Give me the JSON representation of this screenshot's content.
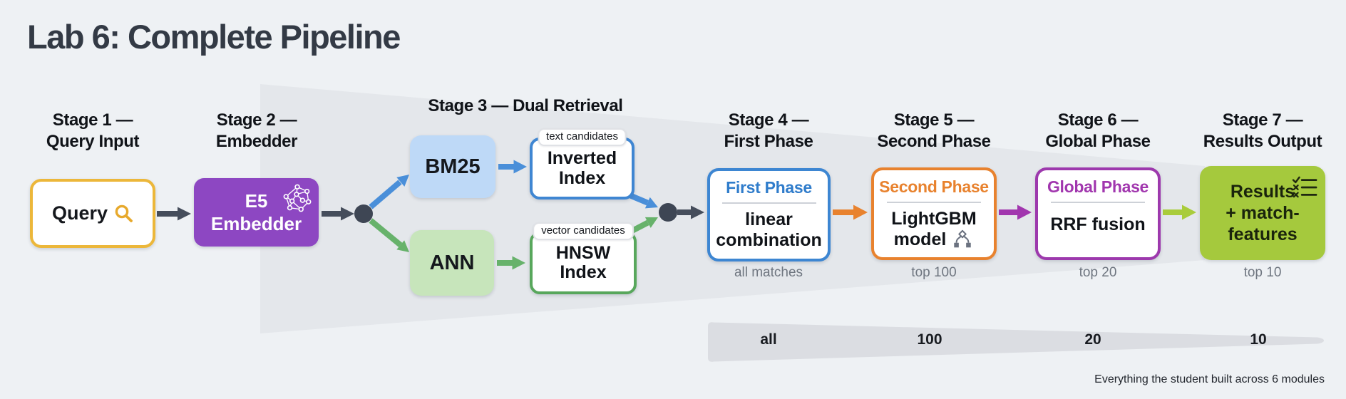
{
  "title": "Lab 6: Complete Pipeline",
  "caption": "Everything the student built across 6 modules",
  "stage_headers": [
    {
      "line1": "Stage 1 —",
      "line2": "Query Input"
    },
    {
      "line1": "Stage 2 —",
      "line2": "Embedder"
    },
    {
      "line1": "Stage 3 — Dual Retrieval"
    },
    {
      "line1": "Stage 4 —",
      "line2": "First Phase"
    },
    {
      "line1": "Stage 5 —",
      "line2": "Second Phase"
    },
    {
      "line1": "Stage 6 —",
      "line2": "Global Phase"
    },
    {
      "line1": "Stage 7 —",
      "line2": "Results Output"
    }
  ],
  "nodes": {
    "query": {
      "label": "Query",
      "icon": "magnifier-icon"
    },
    "embedder": {
      "line1": "E5",
      "line2": "Embedder",
      "icon": "network-graph-icon"
    },
    "bm25": {
      "label": "BM25"
    },
    "ann": {
      "label": "ANN"
    },
    "inverted_index": {
      "badge": "text candidates",
      "line1": "Inverted",
      "line2": "Index"
    },
    "hnsw_index": {
      "badge": "vector candidates",
      "line1": "HNSW",
      "line2": "Index"
    },
    "first_phase": {
      "header": "First Phase",
      "line1": "linear",
      "line2": "combination",
      "sub": "all matches"
    },
    "second_phase": {
      "header": "Second Phase",
      "line1": "LightGBM",
      "line2": "model",
      "icon": "tree-model-icon",
      "sub": "top 100"
    },
    "global_phase": {
      "header": "Global Phase",
      "body": "RRF fusion",
      "sub": "top 20"
    },
    "results": {
      "line1": "Results",
      "line2": "+ match-",
      "line3": "features",
      "icon": "checklist-icon",
      "sub": "top 10"
    }
  },
  "funnel": {
    "labels": [
      "all",
      "100",
      "20",
      "10"
    ]
  },
  "palette": {
    "background": "#eef1f4",
    "title_text": "#333a45",
    "dark_arrow": "#454d5b",
    "gold": "#ecb73a",
    "purple_box": "#8d47c2",
    "light_blue": "#bed9f7",
    "blue": "#3f86d2",
    "light_green": "#c7e5bb",
    "green": "#58a75c",
    "first_phase_blue": "#2f7ccb",
    "orange": "#e8822e",
    "magenta": "#a136ae",
    "lime": "#a5c93d",
    "wedge_gray": "#e3e5e9",
    "sub_label_gray": "#6f7680"
  }
}
